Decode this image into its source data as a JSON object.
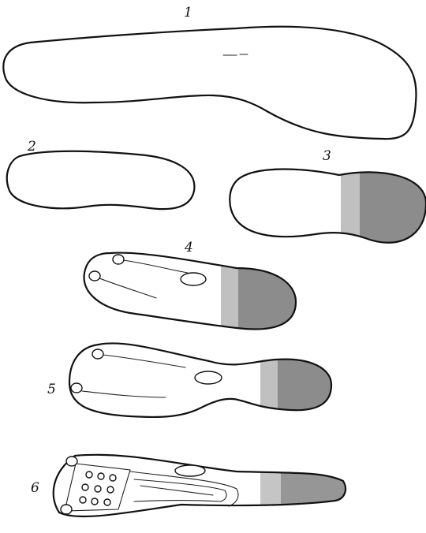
{
  "figure": {
    "labels": [
      "1",
      "2",
      "3",
      "4",
      "5",
      "6"
    ]
  },
  "colors": {
    "ink": "#111111",
    "paper": "#ffffff",
    "stipple": "#3a3a3a"
  }
}
